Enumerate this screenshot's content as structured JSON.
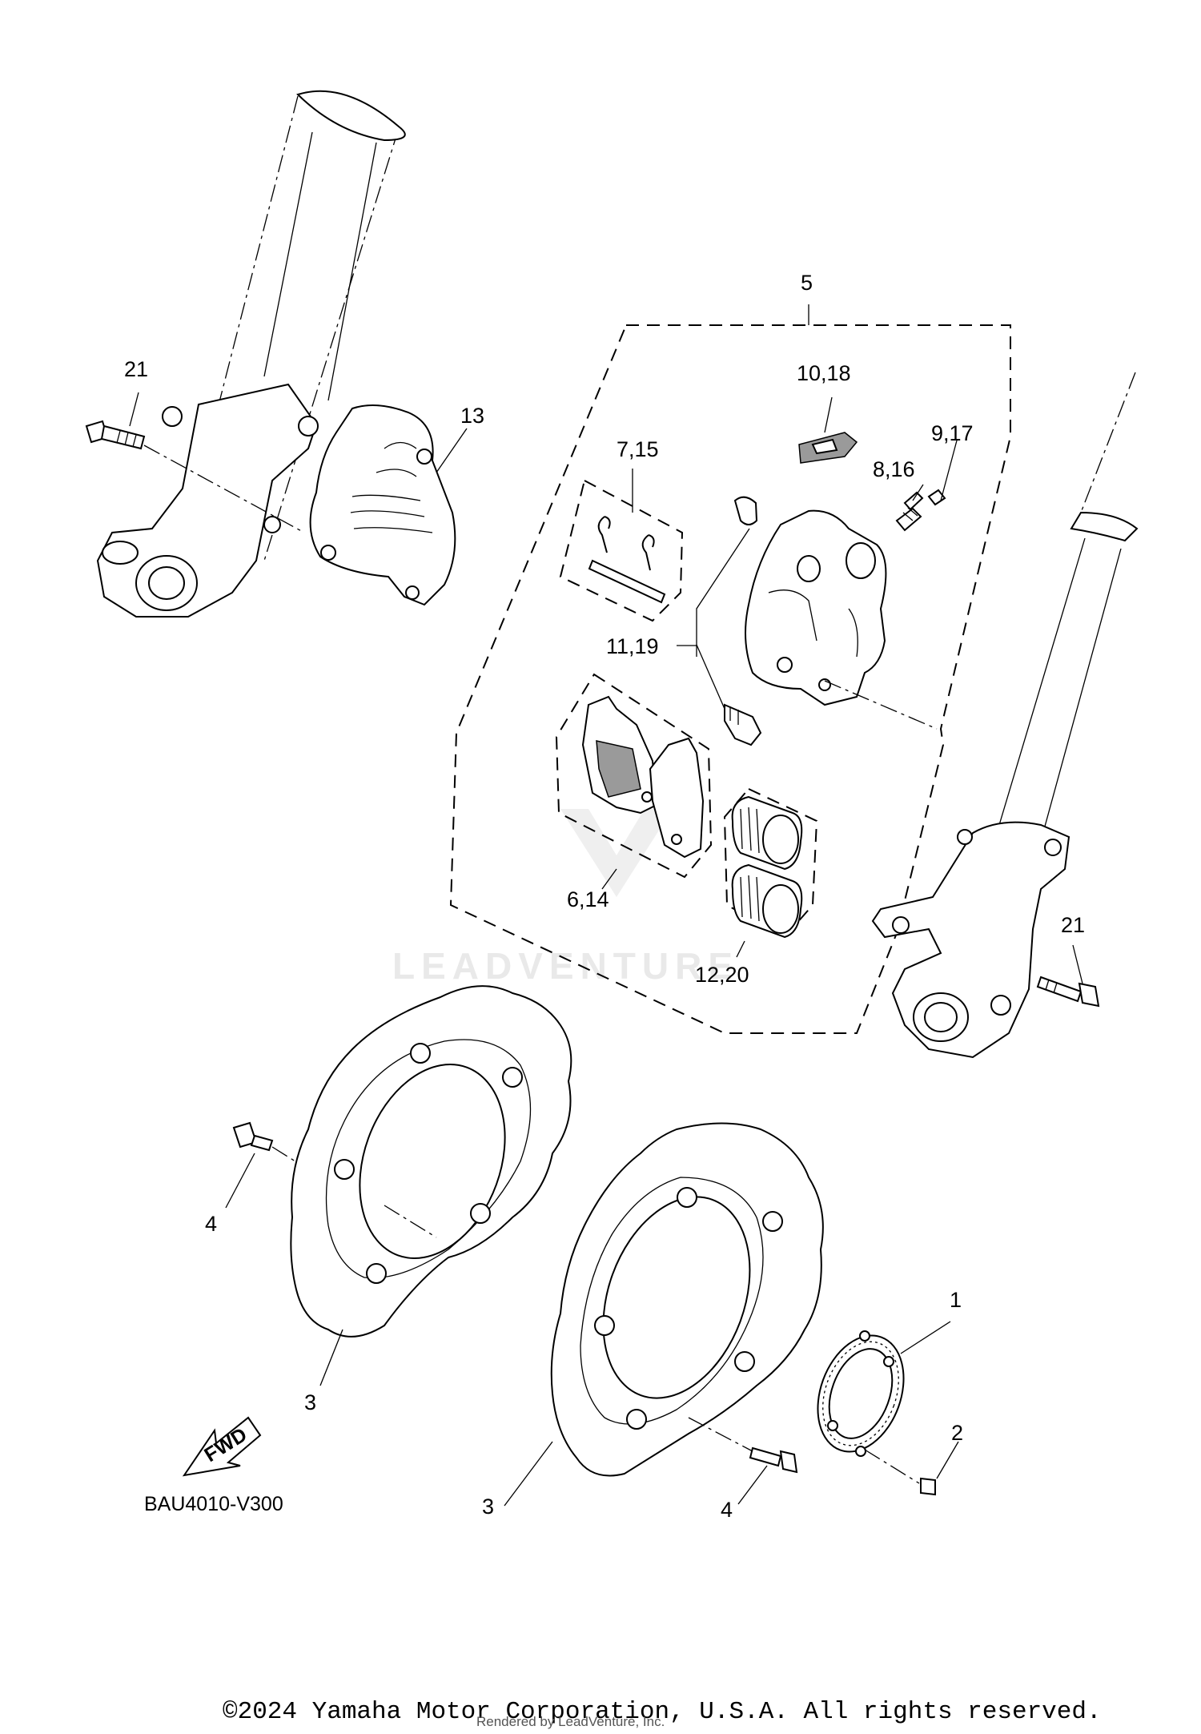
{
  "callouts": {
    "c1": "1",
    "c2": "2",
    "c3a": "3",
    "c3b": "3",
    "c4a": "4",
    "c4b": "4",
    "c5": "5",
    "c6_14": "6,14",
    "c7_15": "7,15",
    "c8_16": "8,16",
    "c9_17": "9,17",
    "c10_18": "10,18",
    "c11_19": "11,19",
    "c12_20": "12,20",
    "c13": "13",
    "c21a": "21",
    "c21b": "21"
  },
  "fwd_label": "FWD",
  "diagram_code": "BAU4010-V300",
  "watermark": "LEADVENTURE",
  "copyright": "©2024 Yamaha Motor Corporation, U.S.A. All rights reserved.",
  "rendered_by": "Rendered by LeadVenture, Inc."
}
